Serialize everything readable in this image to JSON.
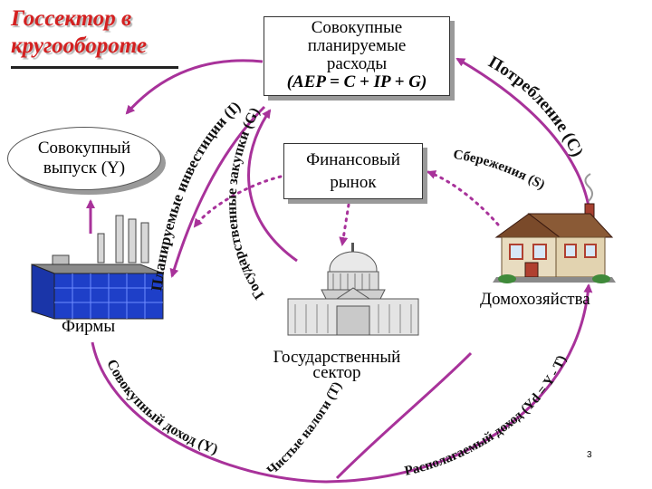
{
  "title": "Госсектор в кругообороте",
  "boxes": {
    "aggregate_expenditure": {
      "line1": "Совокупные",
      "line2": "планируемые",
      "line3": "расходы",
      "formula": "(AEP = C + IP + G)"
    },
    "financial_market": {
      "line1": "Финансовый",
      "line2": "рынок"
    },
    "aggregate_output": {
      "line1": "Совокупный",
      "line2": "выпуск (Y)"
    }
  },
  "nodes": {
    "firms": "Фирмы",
    "households": "Домохозяйства",
    "government": {
      "line1": "Государственный",
      "line2": "сектор"
    }
  },
  "flows": {
    "planned_investment": "Планируемые инвестиции (I)",
    "government_purchases": "Государственные закупки (G)",
    "consumption": "Потребление (C)",
    "savings": "Сбережения (S)",
    "aggregate_income": "Совокупный доход (Y)",
    "net_taxes": "Чистые налоги (T)",
    "disposable_income": "Располагаемый доход (Yd = Y - T)"
  },
  "page_number": "3",
  "colors": {
    "title": "#d42020",
    "arrow": "#a8329a",
    "factory_wall": "#1e3fc8",
    "box_shadow": "#9a9a9a"
  }
}
